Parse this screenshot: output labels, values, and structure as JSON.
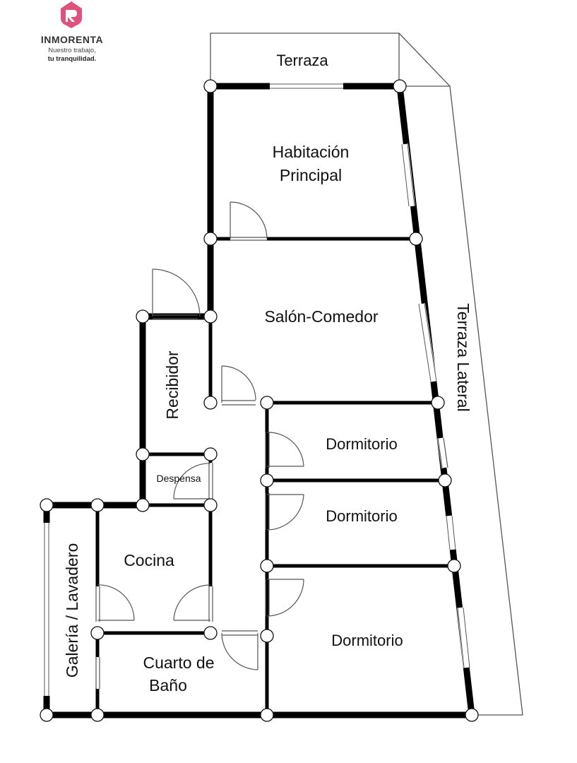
{
  "brand": {
    "name": "INMORENTA",
    "tagline_line1": "Nuestro trabajo,",
    "tagline_line2": "tu tranquilidad.",
    "logo_icon": "house-pin-icon",
    "accent_color": "#e0527e",
    "text_color": "#333333"
  },
  "rooms": {
    "terraza": "Terraza",
    "habitacion_line1": "Habitación",
    "habitacion_line2": "Principal",
    "salon": "Salón-Comedor",
    "terraza_lateral": "Terraza Lateral",
    "recibidor": "Recibidor",
    "dormitorio_1": "Dormitorio",
    "dormitorio_2": "Dormitorio",
    "dormitorio_3": "Dormitorio",
    "despensa": "Despensa",
    "cocina": "Cocina",
    "galeria": "Galería / Lavadero",
    "bano_line1": "Cuarto de",
    "bano_line2": "Baño"
  },
  "colors": {
    "wall": "#000000",
    "background": "#ffffff",
    "outline": "#555555"
  }
}
